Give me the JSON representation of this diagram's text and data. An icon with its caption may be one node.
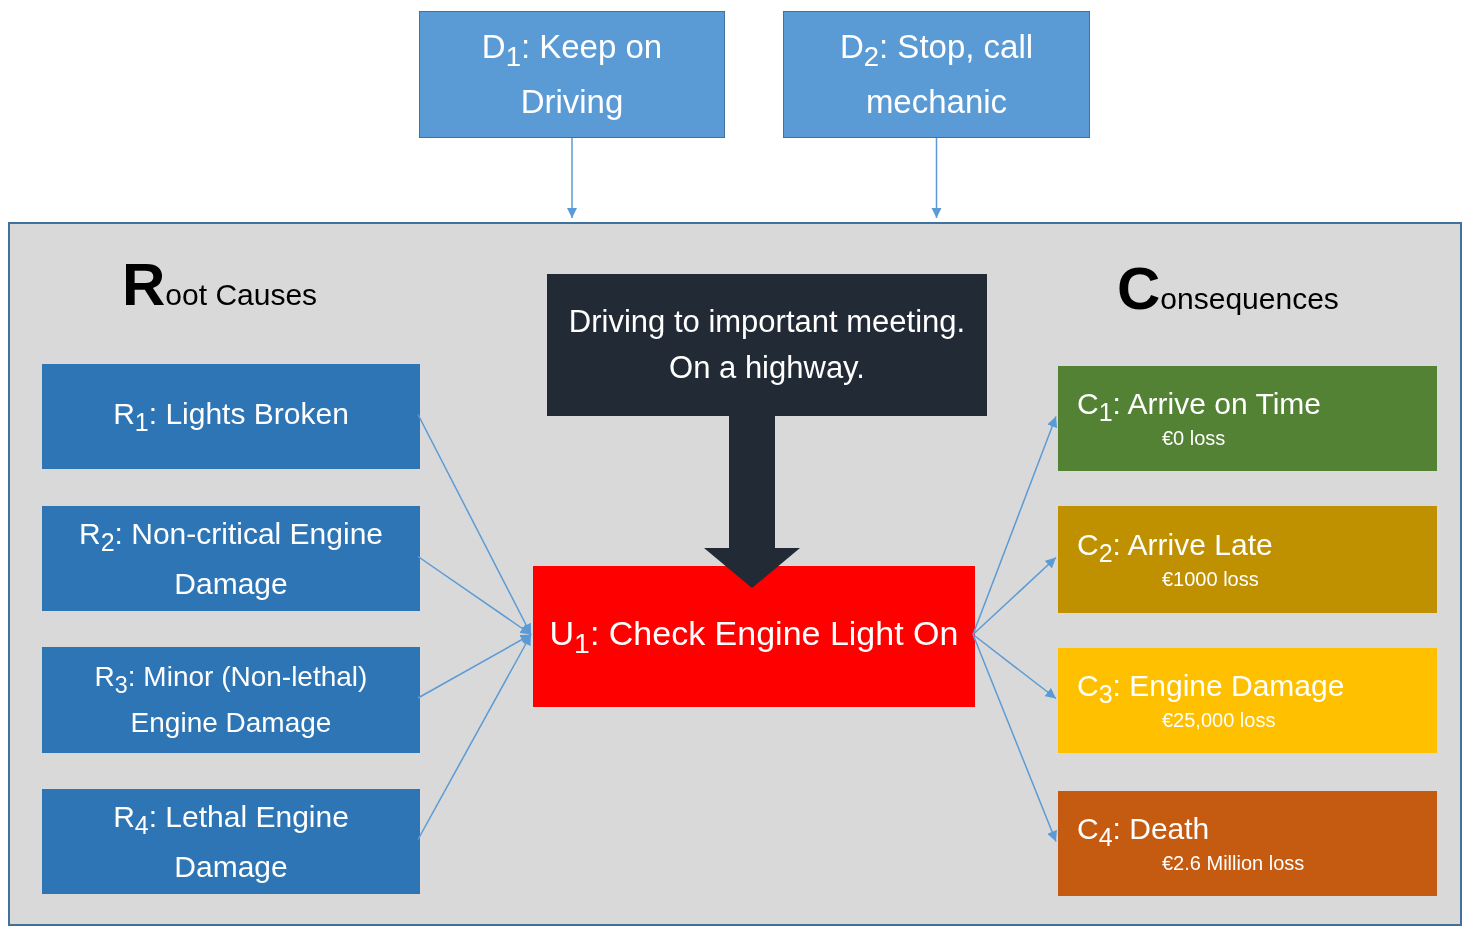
{
  "diagram": {
    "nodes": [
      {
        "text": [
          "D$_{1}$: Keep on Driving"
        ]
      },
      {
        "text": [
          "D$_{2}$: Stop, call mechanic"
        ]
      },
      {
        "text": [
          "Root Causes",
          "Consequences"
        ]
      },
      {
        "text": [
          "Driving to important meeting. On a highway."
        ],
        "in": 2
      },
      {
        "text": [
          "R$_{1}$: Lights Broken"
        ],
        "in": 2
      },
      {
        "text": [
          "R$_{2}$: Non-critical Engine Damage"
        ],
        "in": 2
      },
      {
        "text": [
          "R$_{3}$: Minor (Non-lethal) Engine Damage"
        ],
        "in": 2
      },
      {
        "text": [
          "R$_{4}$: Lethal Engine Damage"
        ],
        "in": 2
      },
      {
        "text": [
          "U$_{1}$: Check Engine Light On"
        ],
        "in": 2
      },
      {
        "text": [
          "C$_{1}$: Arrive on Time",
          "€0 loss"
        ],
        "in": 2
      },
      {
        "text": [
          "C$_{2}$: Arrive Late",
          "€1000 loss"
        ],
        "in": 2
      },
      {
        "text": [
          "C$_{3}$: Engine Damage",
          "€25,000 loss"
        ],
        "in": 2
      },
      {
        "text": [
          "C$_{4}$: Death",
          "€2.6 Million loss"
        ],
        "in": 2
      }
    ],
    "edges": [
      {
        "from": 0,
        "to": 2,
        "arrow": "to"
      },
      {
        "from": 1,
        "to": 2,
        "arrow": "to"
      },
      {
        "from": 3,
        "to": 8,
        "arrow": "to",
        "style": "thick",
        "color": "#222a35"
      },
      {
        "from": 4,
        "to": 8,
        "arrow": "to"
      },
      {
        "from": 5,
        "to": 8,
        "arrow": "to"
      },
      {
        "from": 6,
        "to": 8,
        "arrow": "to"
      },
      {
        "from": 7,
        "to": 8,
        "arrow": "to"
      },
      {
        "from": 8,
        "to": 9,
        "arrow": "to"
      },
      {
        "from": 8,
        "to": 10,
        "arrow": "to"
      },
      {
        "from": 8,
        "to": 11,
        "arrow": "to"
      },
      {
        "from": 8,
        "to": 12,
        "arrow": "to"
      }
    ]
  }
}
